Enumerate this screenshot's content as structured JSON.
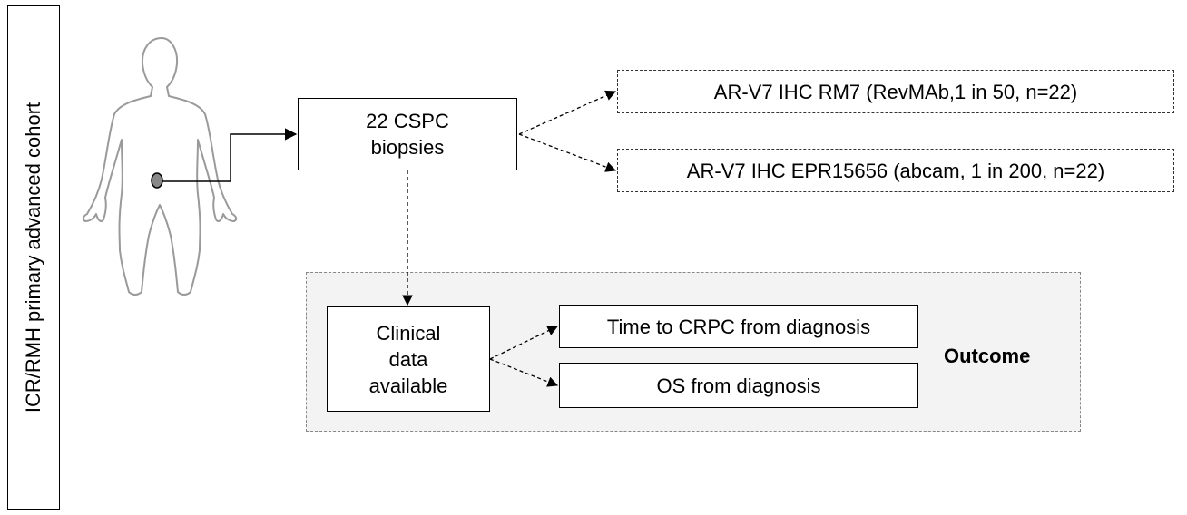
{
  "side_label": "ICR/RMH primary advanced cohort",
  "nodes": {
    "biopsies": "22 CSPC\nbiopsies",
    "rm7": "AR-V7 IHC RM7 (RevMAb,1 in 50, n=22)",
    "epr": "AR-V7 IHC EPR15656 (abcam, 1 in 200, n=22)",
    "clinical": "Clinical\ndata\navailable",
    "crpc": "Time to CRPC from diagnosis",
    "os": "OS from diagnosis"
  },
  "outcome_label": "Outcome",
  "icons": {
    "person": "human-body-outline-icon"
  }
}
